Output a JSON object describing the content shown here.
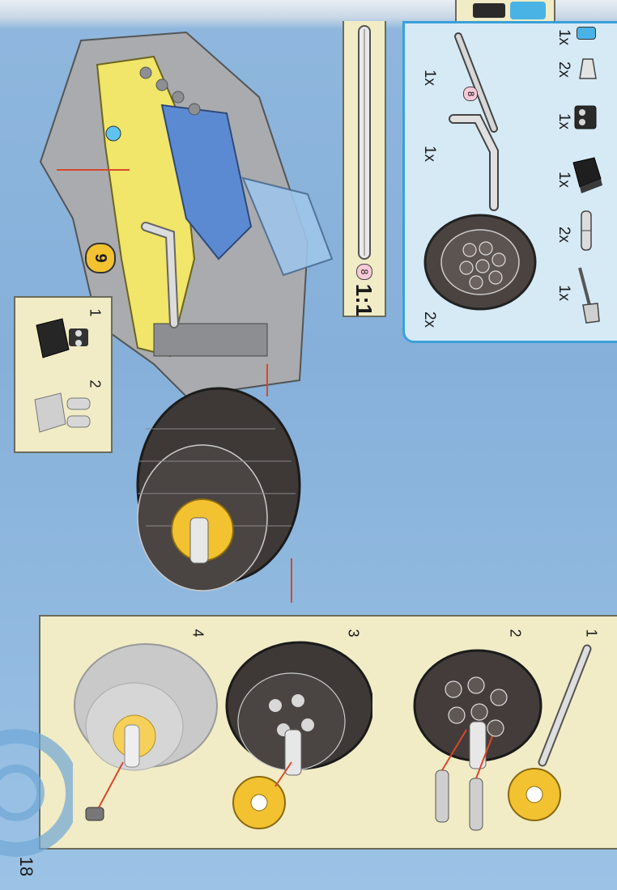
{
  "page_number": "18",
  "scale": {
    "badge": "8",
    "ratio": "1:1"
  },
  "parts_list": [
    {
      "qty": "1x",
      "icon": "technic-axle-8"
    },
    {
      "qty": "1x",
      "icon": "exhaust-pipe"
    },
    {
      "qty": "2x",
      "icon": "wheel-tire"
    },
    {
      "qty": "1x",
      "icon": "round-tile-blue"
    },
    {
      "qty": "2x",
      "icon": "cone-piece"
    },
    {
      "qty": "1x",
      "icon": "plate-with-studs"
    },
    {
      "qty": "1x",
      "icon": "dark-bracket-brick"
    },
    {
      "qty": "2x",
      "icon": "technic-pin"
    },
    {
      "qty": "1x",
      "icon": "shovel-tool"
    }
  ],
  "axle_badge": "8",
  "vehicle_sticker": "9",
  "sub_assembly": {
    "steps": [
      "1",
      "2"
    ]
  },
  "wheel_assembly": {
    "steps": [
      "1",
      "2",
      "3",
      "4"
    ]
  },
  "colors": {
    "page": "#8fb7de",
    "panel": "#f1ecc6",
    "parts_border": "#3aa0d8",
    "arrow": "#d9482b"
  }
}
